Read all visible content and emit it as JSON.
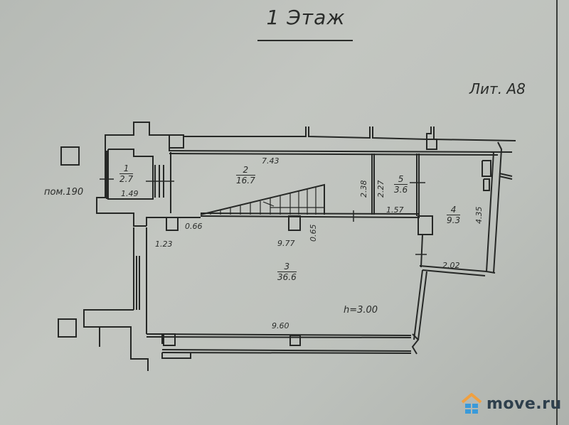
{
  "title": "1 Этаж",
  "building_letter": "Лит. А8",
  "neighbor_label": "пом.190",
  "ceiling_height": "h=3.00",
  "rooms": [
    {
      "number": "1",
      "area": "2.7"
    },
    {
      "number": "2",
      "area": "16.7"
    },
    {
      "number": "3",
      "area": "36.6"
    },
    {
      "number": "4",
      "area": "9.3"
    },
    {
      "number": "5",
      "area": "3.6"
    }
  ],
  "dimensions": {
    "room1_width": "1.49",
    "room2_length": "7.43",
    "room2_height": "2.38",
    "room5_height": "2.27",
    "room5_width": "1.57",
    "room4_height": "4.35",
    "room4_width": "2.02",
    "corridor_offset": "0.66",
    "column_depth": "0.65",
    "entrance_width": "1.23",
    "room3_inner_length": "9.77",
    "room3_outer_length": "9.60"
  },
  "watermark": {
    "text": "move.ru",
    "roof_color": "#f0a040",
    "window_color": "#3a9ad9",
    "text_color": "#2e3f4c"
  }
}
